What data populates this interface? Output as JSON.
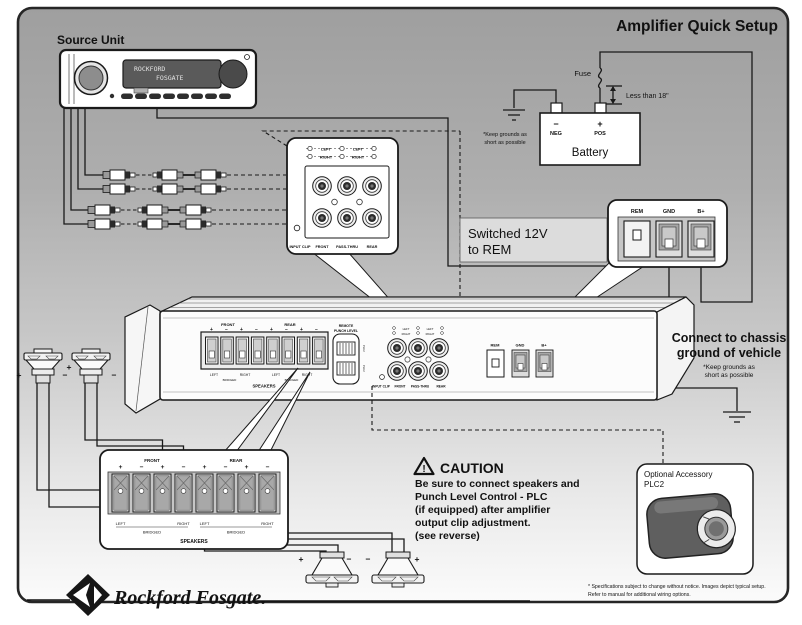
{
  "title": "Amplifier Quick Setup",
  "source_unit": {
    "label": "Source Unit",
    "display_line1": "ROCKFORD",
    "display_line2": "FOSGATE"
  },
  "power": {
    "fuse": "Fuse",
    "less_than": "Less than 18\"",
    "battery": "Battery",
    "neg_sign": "−",
    "neg": "NEG",
    "pos_sign": "+",
    "pos": "POS",
    "keep_grounds_1": "*Keep grounds as",
    "keep_grounds_2": "short as possible"
  },
  "switched": {
    "line1": "Switched 12V",
    "line2": "to REM"
  },
  "terminals": {
    "rem": "REM",
    "gnd": "GND",
    "bplus": "B+"
  },
  "io": {
    "left": "LEFT",
    "right": "RIGHT",
    "front": "FRONT",
    "rear": "REAR",
    "input_clip": "INPUT CLIP",
    "pass_thru": "PASS-THRU",
    "bridged": "BRIDGED",
    "speakers": "SPEAKERS",
    "plus": "+",
    "minus": "−"
  },
  "remote": {
    "line1": "REMOTE",
    "line2": "PUNCH LEVEL",
    "plc": "PLC2"
  },
  "chassis": {
    "line1": "Connect to chassis",
    "line2": "ground of vehicle",
    "note1": "*Keep grounds as",
    "note2": "short as possible"
  },
  "caution": {
    "title": "CAUTION",
    "bang": "!",
    "lines": [
      "Be sure to connect speakers and",
      "Punch Level Control - PLC",
      "(if equipped) after amplifier",
      "output clip adjustment.",
      "(see reverse)"
    ]
  },
  "optional": {
    "line1": "Optional Accessory",
    "line2": "PLC2"
  },
  "logo": {
    "text": "Rockford Fosgate."
  },
  "footnote": {
    "line1": "* Specifications subject to change without notice. Images depict typical setup.",
    "line2": "Refer to manual for additional wiring options."
  }
}
